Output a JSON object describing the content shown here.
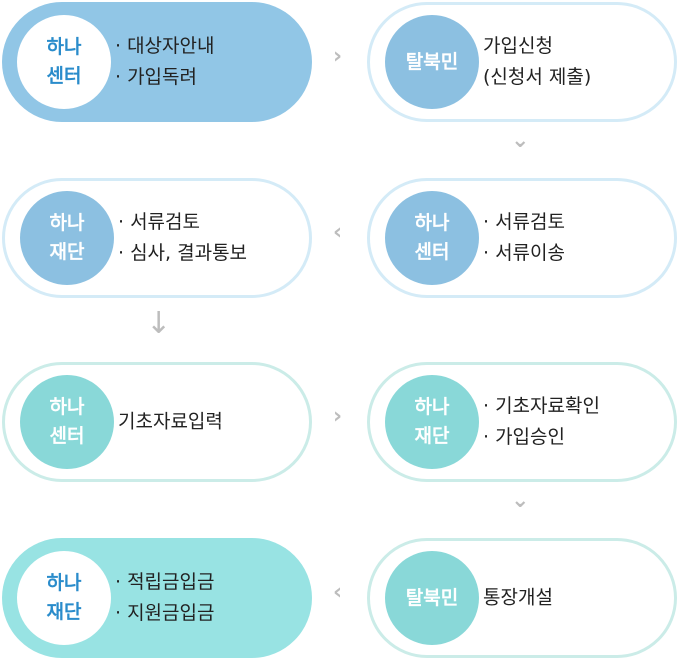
{
  "steps": [
    {
      "actor": [
        "하나",
        "센터"
      ],
      "lines": [
        "· 대상자안내",
        "· 가입독려"
      ]
    },
    {
      "actor": [
        "탈북민"
      ],
      "lines": [
        "가입신청",
        "(신청서 제출)"
      ]
    },
    {
      "actor": [
        "하나",
        "센터"
      ],
      "lines": [
        "· 서류검토",
        "· 서류이송"
      ]
    },
    {
      "actor": [
        "하나",
        "재단"
      ],
      "lines": [
        "· 서류검토",
        "· 심사, 결과통보"
      ]
    },
    {
      "actor": [
        "하나",
        "센터"
      ],
      "lines": [
        "기초자료입력"
      ]
    },
    {
      "actor": [
        "하나",
        "재단"
      ],
      "lines": [
        "· 기초자료확인",
        "· 가입승인"
      ]
    },
    {
      "actor": [
        "탈북민"
      ],
      "lines": [
        "통장개설"
      ]
    },
    {
      "actor": [
        "하나",
        "재단"
      ],
      "lines": [
        "· 적립금입금",
        "· 지원금입금"
      ]
    }
  ],
  "colors": {
    "blue": "#91c6e6",
    "teal": "#98e3e3",
    "arrow": "#bdbdbd"
  }
}
